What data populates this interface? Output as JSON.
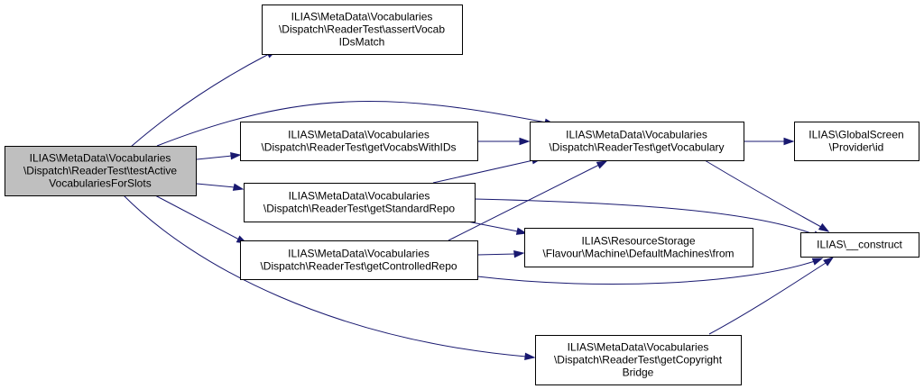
{
  "colors": {
    "node_fill": "#ffffff",
    "root_fill": "#bfbfbf",
    "node_border": "#000000",
    "edge": "#191970"
  },
  "nodes": {
    "root": {
      "lines": [
        "ILIAS\\MetaData\\Vocabularies",
        "\\Dispatch\\ReaderTest\\testActive",
        "VocabulariesForSlots"
      ]
    },
    "assert": {
      "lines": [
        "ILIAS\\MetaData\\Vocabularies",
        "\\Dispatch\\ReaderTest\\assertVocab",
        "IDsMatch"
      ]
    },
    "getVocabsWithIDs": {
      "lines": [
        "ILIAS\\MetaData\\Vocabularies",
        "\\Dispatch\\ReaderTest\\getVocabsWithIDs"
      ]
    },
    "getStandardRepo": {
      "lines": [
        "ILIAS\\MetaData\\Vocabularies",
        "\\Dispatch\\ReaderTest\\getStandardRepo"
      ]
    },
    "getControlledRepo": {
      "lines": [
        "ILIAS\\MetaData\\Vocabularies",
        "\\Dispatch\\ReaderTest\\getControlledRepo"
      ]
    },
    "getVocabulary": {
      "lines": [
        "ILIAS\\MetaData\\Vocabularies",
        "\\Dispatch\\ReaderTest\\getVocabulary"
      ]
    },
    "defaultMachines": {
      "lines": [
        "ILIAS\\ResourceStorage",
        "\\Flavour\\Machine\\DefaultMachines\\from"
      ]
    },
    "getCopyright": {
      "lines": [
        "ILIAS\\MetaData\\Vocabularies",
        "\\Dispatch\\ReaderTest\\getCopyright",
        "Bridge"
      ]
    },
    "providerId": {
      "lines": [
        "ILIAS\\GlobalScreen",
        "\\Provider\\id"
      ]
    },
    "construct": {
      "lines": [
        "ILIAS\\__construct"
      ]
    }
  },
  "edges": [
    {
      "from": "root",
      "to": "assert"
    },
    {
      "from": "root",
      "to": "getVocabulary"
    },
    {
      "from": "root",
      "to": "getVocabsWithIDs"
    },
    {
      "from": "root",
      "to": "getStandardRepo"
    },
    {
      "from": "root",
      "to": "getControlledRepo"
    },
    {
      "from": "root",
      "to": "getCopyright"
    },
    {
      "from": "getVocabsWithIDs",
      "to": "getVocabulary"
    },
    {
      "from": "getStandardRepo",
      "to": "getVocabulary"
    },
    {
      "from": "getStandardRepo",
      "to": "defaultMachines"
    },
    {
      "from": "getStandardRepo",
      "to": "construct"
    },
    {
      "from": "getControlledRepo",
      "to": "getVocabulary"
    },
    {
      "from": "getControlledRepo",
      "to": "defaultMachines"
    },
    {
      "from": "getControlledRepo",
      "to": "construct"
    },
    {
      "from": "getVocabulary",
      "to": "providerId"
    },
    {
      "from": "getVocabulary",
      "to": "construct"
    },
    {
      "from": "getCopyright",
      "to": "construct"
    }
  ]
}
